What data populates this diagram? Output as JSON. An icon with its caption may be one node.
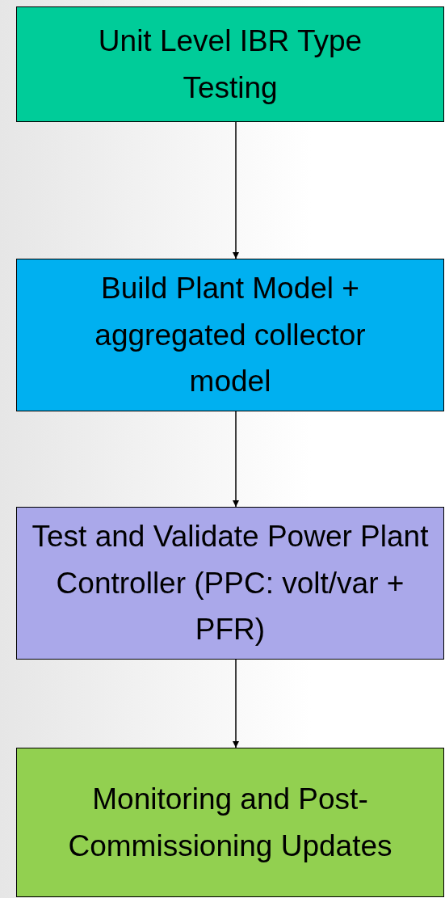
{
  "diagram": {
    "nodes": [
      {
        "text": [
          "Unit Level IBR Type Testing"
        ]
      },
      {
        "text": [
          "Build Plant Model + aggregated collector model"
        ]
      },
      {
        "text": [
          "Test and Validate Power Plant Controller (PPC: volt/var + PFR)"
        ]
      },
      {
        "text": [
          "Monitoring and Post-Commissioning Updates"
        ]
      }
    ],
    "edges": [
      {
        "from": 0,
        "to": 1,
        "arrow": "to"
      },
      {
        "from": 1,
        "to": 2,
        "arrow": "to"
      },
      {
        "from": 2,
        "to": 3,
        "arrow": "to"
      }
    ]
  }
}
